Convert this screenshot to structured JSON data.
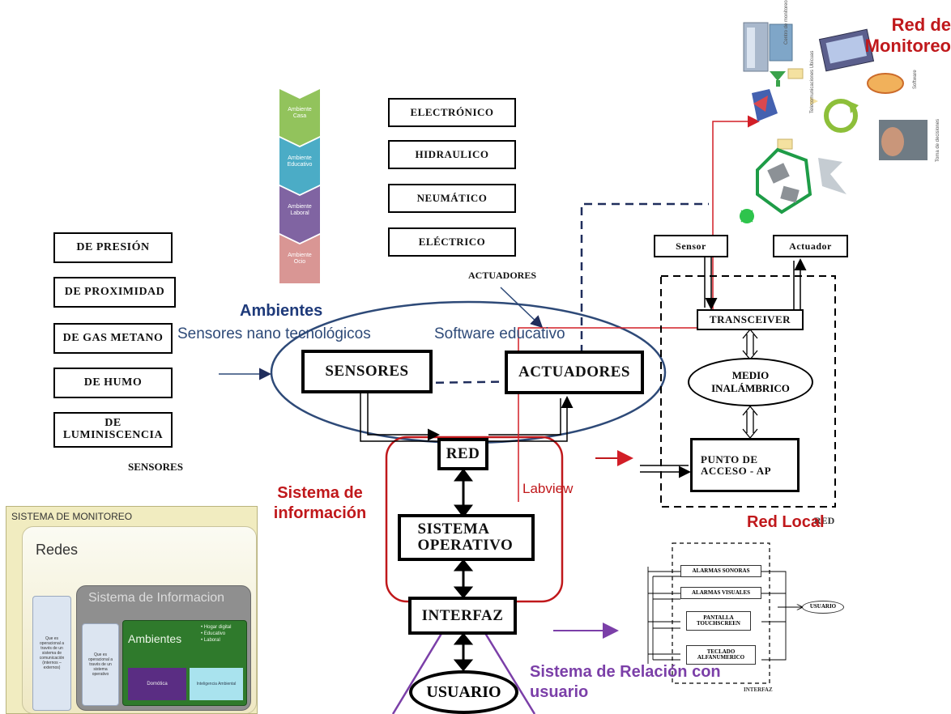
{
  "sensor_types": [
    "DE PRESIÓN",
    "DE PROXIMIDAD",
    "DE GAS METANO",
    "DE HUMO",
    "DE LUMINISCENCIA"
  ],
  "sensors_caption": "SENSORES",
  "actuator_types": [
    "ELECTRÓNICO",
    "HIDRAULICO",
    "NEUMÁTICO",
    "ELÉCTRICO"
  ],
  "actuators_caption": "ACTUADORES",
  "ambientes": {
    "title": "Ambientes",
    "left_caption": "Sensores nano tecnológicos",
    "right_caption": "Software educativo",
    "chevrons": [
      "Ambiente Casa",
      "Ambiente Educativo",
      "Ambiente Laboral",
      "Ambiente Ocio"
    ],
    "chevron_colors": [
      "#92c35c",
      "#4bacc6",
      "#8064a2",
      "#d99694"
    ]
  },
  "main_flow": {
    "sensores": "SENSORES",
    "actuadores": "ACTUADORES",
    "red": "RED",
    "sistema_operativo": "SISTEMA OPERATIVO",
    "interfaz": "INTERFAZ",
    "usuario": "USUARIO"
  },
  "labels": {
    "sistema_informacion": "Sistema de información",
    "labview": "Labview",
    "red_local": "Red Local",
    "red_local_overlay": "RED",
    "sistema_relacion": "Sistema de Relación con usuario",
    "interfaz_small": "INTERFAZ",
    "red_monitoreo": "Red de Monitoreo"
  },
  "red_local": {
    "sensor": "Sensor",
    "actuador": "Actuador",
    "transceiver": "TRANSCEIVER",
    "medio": "MEDIO INALÁMBRICO",
    "punto_acceso": "PUNTO DE ACCESO - AP"
  },
  "interfaz_detail": {
    "items": [
      "ALARMAS SONORAS",
      "ALARMAS VISUALES",
      "PANTALLA TOUCHSCREEN",
      "TECLADO ALFANUMERICO"
    ],
    "usuario": "USUARIO"
  },
  "monitoreo_rotated": [
    "Centro de monitoreo",
    "Software",
    "Toma de decisiones",
    "Telecomunicaciones Ubicuas"
  ],
  "thumbnail": {
    "title": "SISTEMA DE MONITOREO",
    "redes": "Redes",
    "sistema_info": "Sistema de Informacion",
    "ambientes": "Ambientes",
    "bullets": "• Hogar digital\n• Educativo\n• Laboral",
    "side_left": "Que es operacional a través de un sistema de comunicación (internos – externos)",
    "side_mid": "Que es operacional a través de un sistema operativo",
    "domotica": "Domótica",
    "inteligencia": "Inteligencia Ambiental"
  },
  "colors": {
    "red_line": "#d21e27",
    "blue_dash": "#1f2d5c",
    "ellipse": "#2e4a78",
    "purple": "#7b3fa8"
  }
}
